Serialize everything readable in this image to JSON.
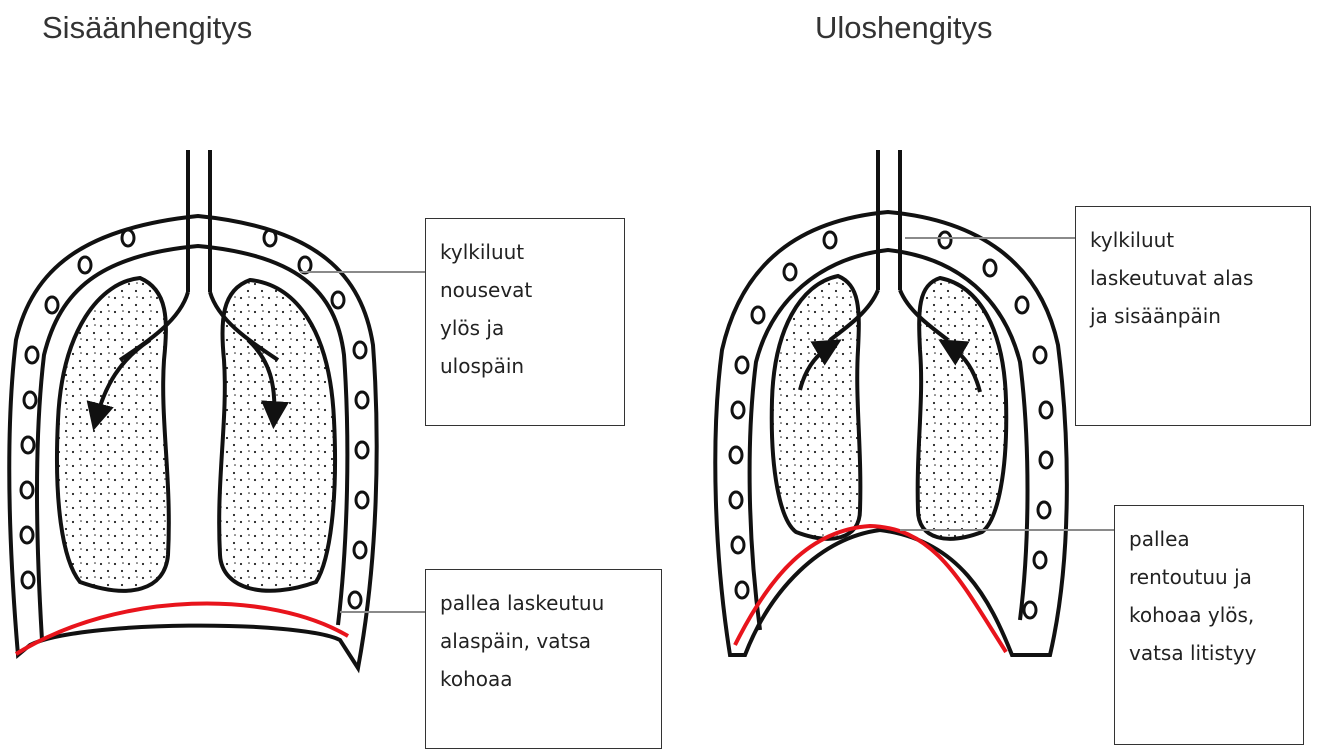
{
  "titles": {
    "inhale": "Sisäänhengitys",
    "exhale": "Uloshengitys"
  },
  "callouts": {
    "inhale_ribs": "kylkiluut\nnousevat\nylös ja\nulospäin",
    "inhale_diaphragm": "pallea laskeutuu\nalaspäin, vatsa\nkohoaa",
    "exhale_ribs": "kylkiluut\nlaskeutuvat alas\nja sisäänpäin",
    "exhale_diaphragm": "pallea\nrentoutuu ja\nkohoaa ylös,\nvatsa litistyy"
  },
  "colors": {
    "diaphragm": "#e8141c",
    "outline": "#111111",
    "leader": "#8a8a8a"
  }
}
